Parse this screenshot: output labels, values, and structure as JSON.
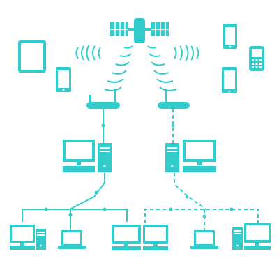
{
  "colors": {
    "accent": "#33cccc",
    "background": "#ffffff"
  },
  "diagram": {
    "nodes": [
      {
        "id": "satellite",
        "icon": "satellite-icon"
      },
      {
        "id": "tablet",
        "icon": "tablet-icon"
      },
      {
        "id": "phone-left",
        "icon": "smartphone-icon"
      },
      {
        "id": "phone-top-right",
        "icon": "smartphone-icon"
      },
      {
        "id": "keypad-phone",
        "icon": "keypad-phone-icon"
      },
      {
        "id": "phone-bottom-right",
        "icon": "smartphone-icon"
      },
      {
        "id": "router-left",
        "icon": "router-icon"
      },
      {
        "id": "router-right",
        "icon": "router-icon"
      },
      {
        "id": "server-left",
        "icon": "desktop-computer-icon"
      },
      {
        "id": "server-right",
        "icon": "desktop-computer-icon"
      },
      {
        "id": "client-1",
        "icon": "desktop-computer-icon"
      },
      {
        "id": "client-2",
        "icon": "laptop-icon"
      },
      {
        "id": "client-3",
        "icon": "monitor-icon"
      },
      {
        "id": "client-4",
        "icon": "monitor-icon"
      },
      {
        "id": "client-5",
        "icon": "laptop-icon"
      },
      {
        "id": "client-6",
        "icon": "desktop-computer-icon"
      }
    ],
    "left_network": {
      "link_style": "solid"
    },
    "right_network": {
      "link_style": "dashed"
    },
    "wireless": {
      "style": "radio-waves"
    }
  }
}
